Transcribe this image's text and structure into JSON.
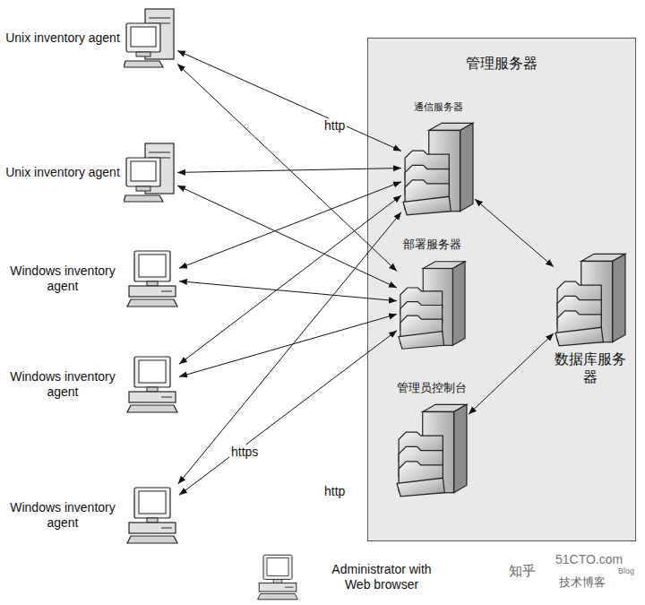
{
  "diagram": {
    "nodes": [
      {
        "text": [
          "Unix inventory agent"
        ]
      },
      {
        "text": [
          "Unix inventory agent"
        ]
      },
      {
        "text": [
          "Windows inventory agent"
        ]
      },
      {
        "text": [
          "Windows inventory agent"
        ]
      },
      {
        "text": [
          "Windows inventory agent"
        ]
      },
      {
        "text": [
          "管理服务器"
        ]
      },
      {
        "text": [
          "通信服务器"
        ],
        "in": 5
      },
      {
        "text": [
          "部署服务器"
        ],
        "in": 5
      },
      {
        "text": [
          "管理员控制台"
        ],
        "in": 5
      },
      {
        "text": [
          "数据库服务器"
        ],
        "in": 5
      },
      {
        "text": [
          "Administrator with Web browser"
        ]
      }
    ],
    "edges": [
      {
        "from": 0,
        "to": 6,
        "arrow": "both"
      },
      {
        "from": 0,
        "to": 7,
        "arrow": "both"
      },
      {
        "from": 1,
        "to": 6,
        "arrow": "both"
      },
      {
        "from": 1,
        "to": 7,
        "arrow": "both"
      },
      {
        "from": 2,
        "to": 6,
        "arrow": "both"
      },
      {
        "from": 2,
        "to": 7,
        "arrow": "both"
      },
      {
        "from": 3,
        "to": 6,
        "arrow": "both"
      },
      {
        "from": 3,
        "to": 7,
        "arrow": "both"
      },
      {
        "from": 4,
        "to": 6,
        "arrow": "both"
      },
      {
        "from": 4,
        "to": 7,
        "arrow": "both"
      },
      {
        "from": 6,
        "to": 9,
        "arrow": "both"
      },
      {
        "from": 8,
        "to": 9,
        "arrow": "both"
      }
    ],
    "labels": [
      "http",
      "https",
      "http",
      "知乎",
      "51CTO.com",
      "技术博客",
      "Blog"
    ]
  }
}
